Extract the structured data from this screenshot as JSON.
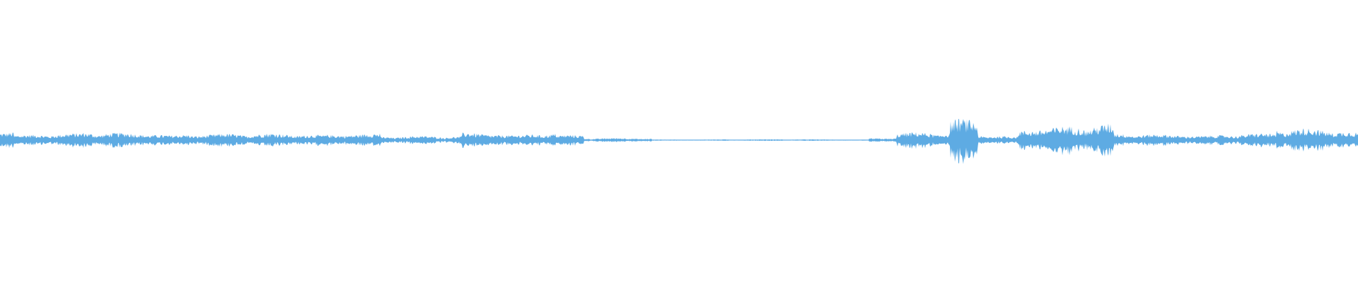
{
  "waveform": {
    "color": "#5eabe3",
    "background": "#ffffff",
    "envelope_segments": [
      {
        "from": 0.0,
        "to": 0.01,
        "amp": 0.09
      },
      {
        "from": 0.01,
        "to": 0.06,
        "amp": 0.05
      },
      {
        "from": 0.06,
        "to": 0.14,
        "amp": 0.06
      },
      {
        "from": 0.14,
        "to": 0.19,
        "amp": 0.05
      },
      {
        "from": 0.19,
        "to": 0.24,
        "amp": 0.05
      },
      {
        "from": 0.24,
        "to": 0.28,
        "amp": 0.06
      },
      {
        "from": 0.28,
        "to": 0.34,
        "amp": 0.03
      },
      {
        "from": 0.34,
        "to": 0.41,
        "amp": 0.06
      },
      {
        "from": 0.41,
        "to": 0.43,
        "amp": 0.04
      },
      {
        "from": 0.43,
        "to": 0.48,
        "amp": 0.015
      },
      {
        "from": 0.48,
        "to": 0.64,
        "amp": 0.006
      },
      {
        "from": 0.64,
        "to": 0.66,
        "amp": 0.018
      },
      {
        "from": 0.66,
        "to": 0.7,
        "amp": 0.06
      },
      {
        "from": 0.7,
        "to": 0.72,
        "amp": 0.16
      },
      {
        "from": 0.72,
        "to": 0.75,
        "amp": 0.04
      },
      {
        "from": 0.75,
        "to": 0.82,
        "amp": 0.12
      },
      {
        "from": 0.82,
        "to": 0.94,
        "amp": 0.05
      },
      {
        "from": 0.94,
        "to": 1.0,
        "amp": 0.09
      }
    ]
  }
}
